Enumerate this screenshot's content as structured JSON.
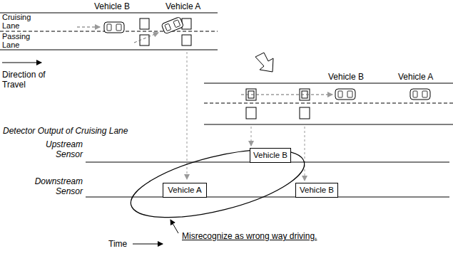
{
  "diagram": {
    "nodes": [
      {
        "text": [
          "Vehicle B"
        ]
      },
      {
        "text": [
          "Vehicle A"
        ]
      },
      {
        "text": [
          "Vehicle B"
        ]
      }
    ],
    "labels": [
      "Vehicle B",
      "Vehicle A",
      "Cruising Lane",
      "Passing Lane",
      "Direction of Travel",
      "Vehicle B",
      "Vehicle A",
      "Detector Output of Cruising Lane",
      "Upstream Sensor",
      "Downstream Sensor",
      "Time",
      "Misrecognize as wrong way driving."
    ]
  }
}
